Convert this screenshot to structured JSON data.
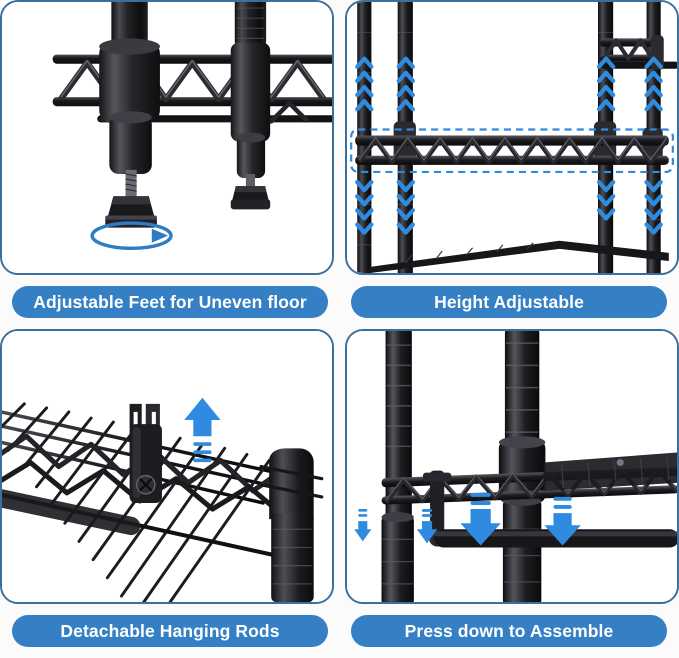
{
  "theme": {
    "panel_border_color": "#3a6f9e",
    "banner_color": "#3580c4",
    "banner_text_color": "#ffffff",
    "arrow_blue": "#2e8be0",
    "rotate_arrow_blue": "#2e7dc4",
    "background": "#fbfbfb",
    "product_black": "#1b1b1d"
  },
  "panels": [
    {
      "id": "adjustable-feet",
      "label": "Adjustable Feet for Uneven floor",
      "icons": [
        "rotate-arrow-icon",
        "shelf-post-icon",
        "leveling-foot-icon"
      ]
    },
    {
      "id": "height-adjustable",
      "label": "Height Adjustable",
      "icons": [
        "up-chevron-arrow-icon",
        "down-chevron-arrow-icon",
        "dashed-selection-icon",
        "wire-shelf-icon"
      ]
    },
    {
      "id": "detachable-hanging-rods",
      "label": "Detachable Hanging Rods",
      "icons": [
        "up-arrow-icon",
        "hanging-rod-bracket-icon",
        "wire-shelf-icon"
      ]
    },
    {
      "id": "press-down-assemble",
      "label": "Press down to Assemble",
      "icons": [
        "down-arrow-icon",
        "ribbed-post-icon",
        "wire-shelf-icon"
      ]
    }
  ]
}
